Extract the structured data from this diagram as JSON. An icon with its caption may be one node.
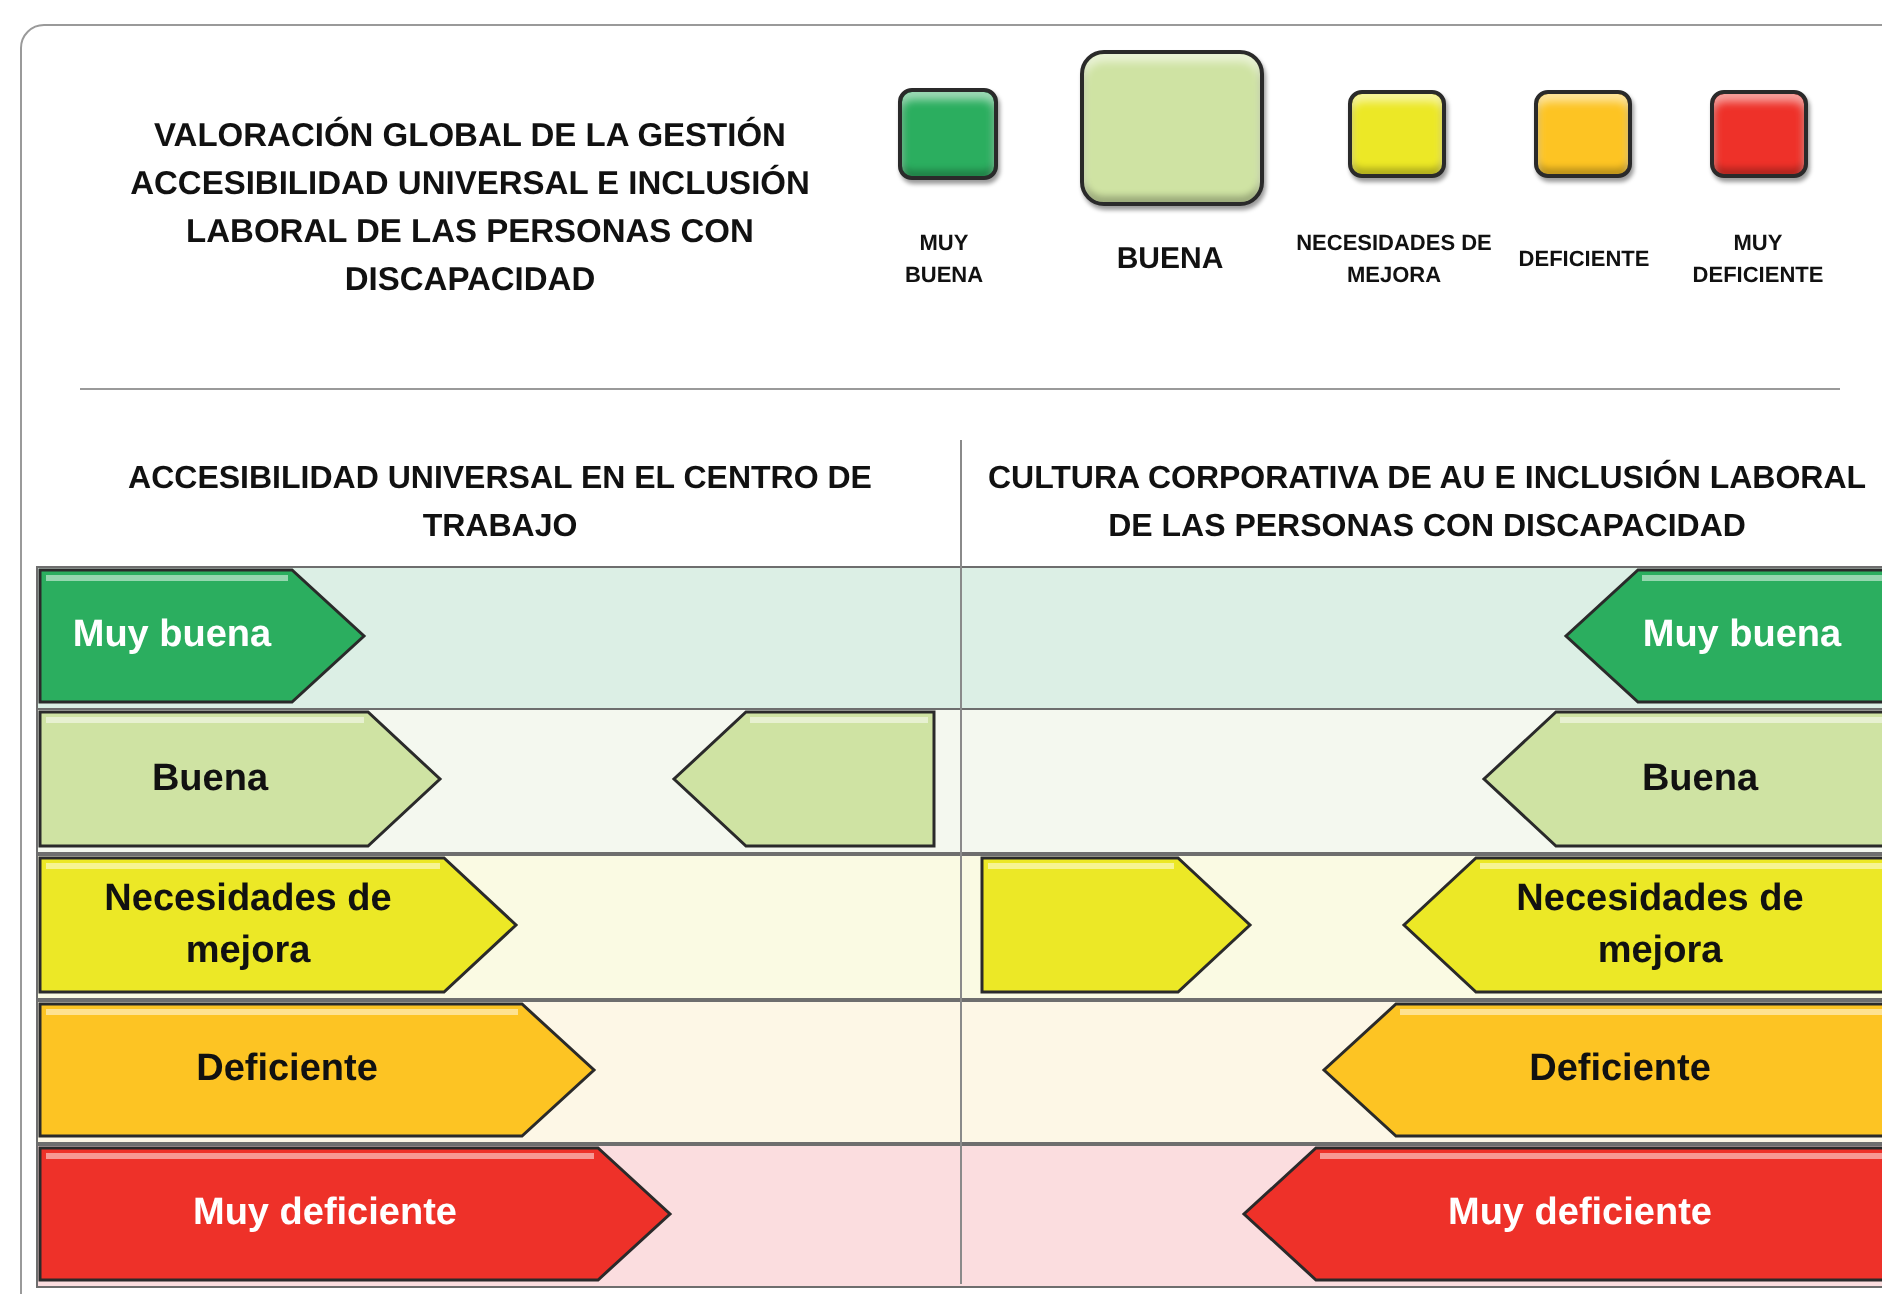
{
  "diagram": {
    "title": "VALORACIÓN GLOBAL DE LA GESTIÓN ACCESIBILIDAD UNIVERSAL E INCLUSIÓN LABORAL DE LAS PERSONAS CON DISCAPACIDAD",
    "nodes": [
      {
        "text": [
          "Muy buena"
        ]
      },
      {
        "text": [
          "Muy buena"
        ]
      },
      {
        "text": [
          "Buena"
        ]
      },
      {
        "text": [],
        "shape": "arrow"
      },
      {
        "text": [
          "Buena"
        ]
      },
      {
        "text": [
          "Necesidades de mejora"
        ]
      },
      {
        "text": [],
        "shape": "arrow"
      },
      {
        "text": [
          "Necesidades de mejora"
        ]
      },
      {
        "text": [
          "Deficiente"
        ]
      },
      {
        "text": [
          "Deficiente"
        ]
      },
      {
        "text": [
          "Muy deficiente"
        ]
      },
      {
        "text": [
          "Muy deficiente"
        ]
      }
    ],
    "labels": [
      "ACCESIBILIDAD UNIVERSAL EN EL CENTRO DE TRABAJO",
      "CULTURA CORPORATIVA DE AU E INCLUSIÓN LABORAL DE LAS PERSONAS CON DISCAPACIDAD"
    ],
    "legend": [
      {
        "text": "MUY BUENA",
        "color": "#2bae5f"
      },
      {
        "text": "BUENA",
        "color": "#cfe3a3"
      },
      {
        "text": "NECESIDADES DE MEJORA",
        "color": "#ece826"
      },
      {
        "text": "DEFICIENTE",
        "color": "#fdc423"
      },
      {
        "text": "MUY DEFICIENTE",
        "color": "#ee3129"
      }
    ]
  }
}
